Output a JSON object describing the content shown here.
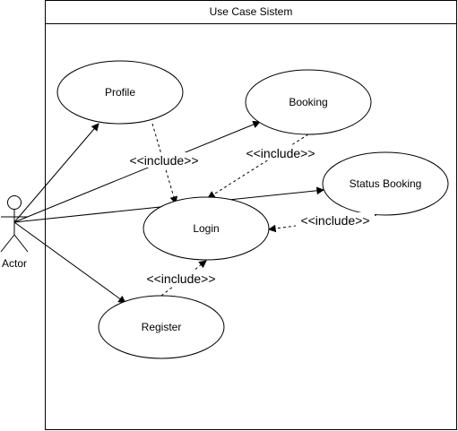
{
  "diagram": {
    "type": "use-case",
    "system_title": "Use Case Sistem",
    "actor": {
      "label": "Actor"
    },
    "use_cases": {
      "profile": "Profile",
      "booking": "Booking",
      "login": "Login",
      "status_booking": "Status Booking",
      "register": "Register"
    },
    "include_label": "<<include>>",
    "associations": [
      [
        "Actor",
        "Profile"
      ],
      [
        "Actor",
        "Booking"
      ],
      [
        "Actor",
        "Status Booking"
      ],
      [
        "Actor",
        "Register"
      ]
    ],
    "includes": [
      [
        "Profile",
        "Login"
      ],
      [
        "Booking",
        "Login"
      ],
      [
        "Status Booking",
        "Login"
      ],
      [
        "Register",
        "Login"
      ]
    ],
    "colors": {
      "stroke": "#000000",
      "fill": "#ffffff"
    }
  }
}
